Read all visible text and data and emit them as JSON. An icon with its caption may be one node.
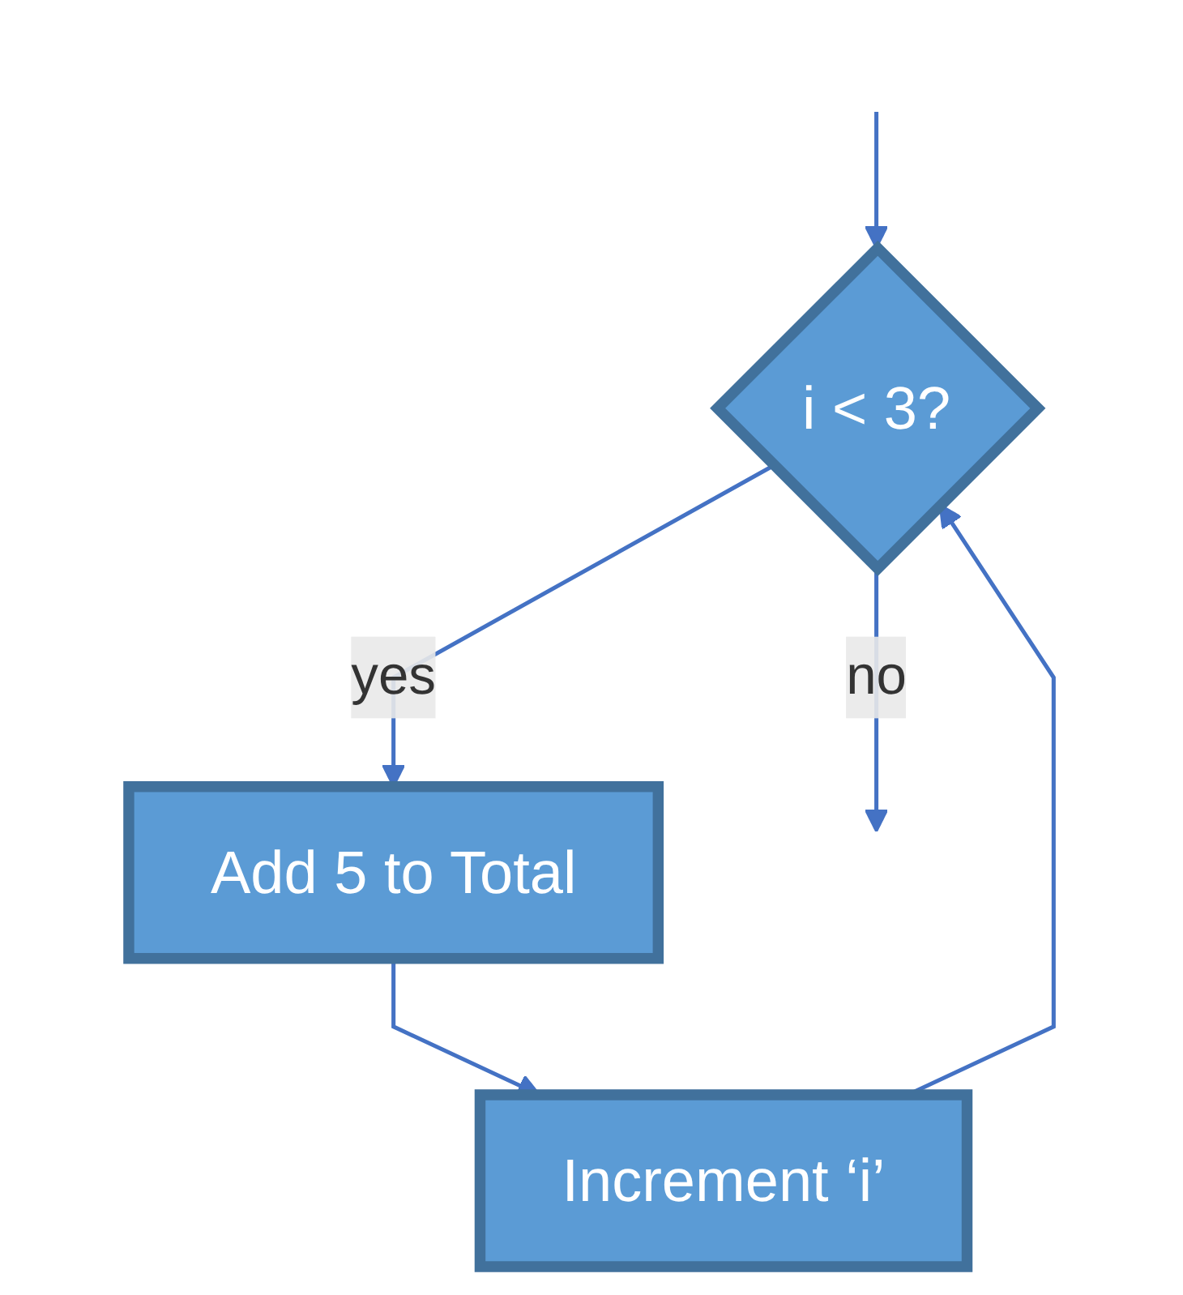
{
  "diagram": {
    "nodes": [
      {
        "text": [
          "i < 3?"
        ]
      },
      {
        "text": [
          "Add 5 to Total"
        ]
      },
      {
        "text": [
          "Increment ‘i’"
        ]
      }
    ],
    "edges": [
      {
        "from": null,
        "to": 0,
        "arrow": "to"
      },
      {
        "from": 0,
        "to": 1,
        "label": "yes",
        "arrow": "to"
      },
      {
        "from": 0,
        "to": null,
        "label": "no",
        "arrow": "to"
      },
      {
        "from": 1,
        "to": 2,
        "arrow": "to"
      },
      {
        "from": 2,
        "to": 0,
        "arrow": "to"
      }
    ]
  }
}
